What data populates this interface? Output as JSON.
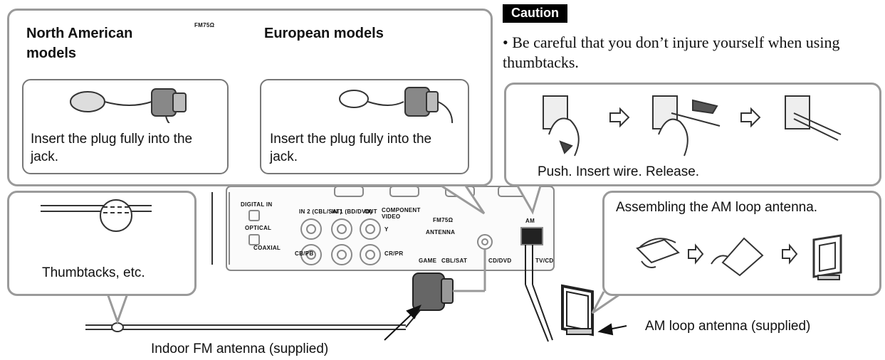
{
  "fm_panel": {
    "north_american_title": "North American models",
    "european_title": "European models",
    "fm_label": "FM75Ω",
    "instruction_left": "Insert the plug fully into the jack.",
    "instruction_right": "Insert the plug fully into the jack."
  },
  "caution": {
    "badge": "Caution",
    "text": "• Be careful that you don’t injure yourself when using thumbtacks."
  },
  "wire_steps": {
    "caption": "Push. Insert wire. Release."
  },
  "thumbtacks": {
    "caption": "Thumbtacks, etc."
  },
  "am_assembly": {
    "caption": "Assembling the AM loop antenna."
  },
  "receiver_panel": {
    "digital_in": "DIGITAL IN",
    "optical": "OPTICAL",
    "coaxial_label": "COAXIAL",
    "component_video": "COMPONENT VIDEO",
    "antenna": "ANTENNA",
    "fm_label": "FM75Ω",
    "am_label": "AM",
    "game": "GAME",
    "cbl_sat": "CBL/SAT",
    "cd_dvd": "CD/DVD",
    "tv_cd": "TV/CD",
    "jack_labels": [
      "IN 2 (CBL/SAT)",
      "IN 1 (BD/DVD)",
      "OUT"
    ],
    "row_labels": [
      "Y",
      "CB/PB",
      "CR/PR"
    ]
  },
  "labels": {
    "indoor_fm": "Indoor FM antenna (supplied)",
    "am_loop": "AM loop antenna (supplied)"
  },
  "colors": {
    "border": "#9a9a9a",
    "arrow_fill": "#ffffff",
    "badge_bg": "#000000"
  }
}
